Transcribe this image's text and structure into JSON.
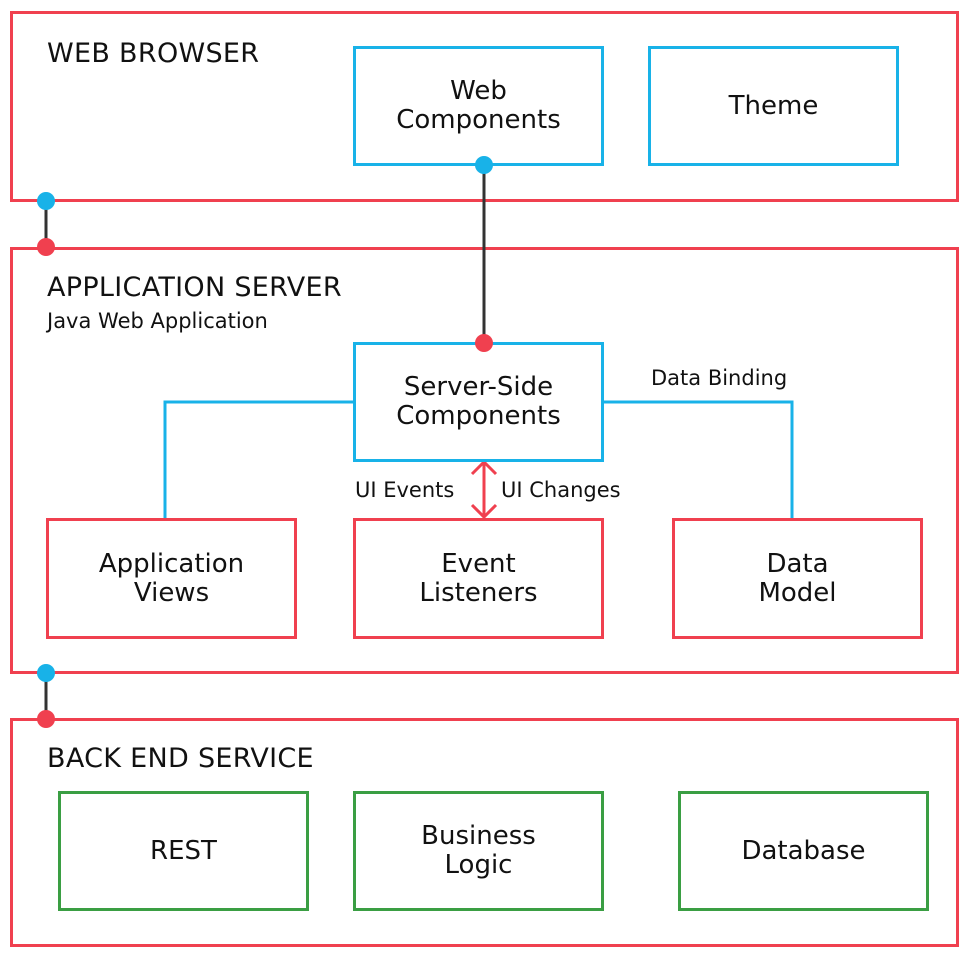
{
  "layers": {
    "web_browser": {
      "title": "WEB BROWSER"
    },
    "application_server": {
      "title": "APPLICATION SERVER",
      "subtitle": "Java Web Application"
    },
    "back_end": {
      "title": "BACK END SERVICE"
    }
  },
  "boxes": {
    "web_components": {
      "line1": "Web",
      "line2": "Components"
    },
    "theme": {
      "line1": "Theme"
    },
    "server_side_components": {
      "line1": "Server-Side",
      "line2": "Components"
    },
    "application_views": {
      "line1": "Application",
      "line2": "Views"
    },
    "event_listeners": {
      "line1": "Event",
      "line2": "Listeners"
    },
    "data_model": {
      "line1": "Data",
      "line2": "Model"
    },
    "rest": {
      "line1": "REST"
    },
    "business_logic": {
      "line1": "Business",
      "line2": "Logic"
    },
    "database": {
      "line1": "Database"
    }
  },
  "connectors": {
    "data_binding": "Data Binding",
    "ui_events": "UI Events",
    "ui_changes": "UI Changes"
  },
  "colors": {
    "layer_border": "#f0404f",
    "client_component": "#18b2e8",
    "server_component": "#f0404f",
    "backend_component": "#3a9e43",
    "connector_line": "#333333"
  }
}
